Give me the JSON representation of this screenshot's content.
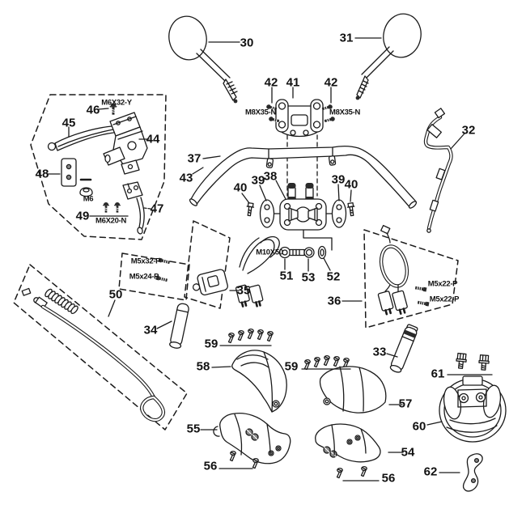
{
  "diagram_type": "exploded-parts-diagram-handlebar-assembly",
  "colors": {
    "line": "#1a1a1a",
    "background": "#ffffff"
  },
  "part_numbers": {
    "30": "30",
    "31": "31",
    "32": "32",
    "33": "33",
    "34": "34",
    "35": "35",
    "36": "36",
    "37": "37",
    "38": "38",
    "39": "39",
    "40": "40",
    "41": "41",
    "42": "42",
    "43": "43",
    "44": "44",
    "45": "45",
    "46": "46",
    "47": "47",
    "48": "48",
    "49": "49",
    "50": "50",
    "51": "51",
    "52": "52",
    "53": "53",
    "54": "54",
    "55": "55",
    "56": "56",
    "57": "57",
    "58": "58",
    "59": "59",
    "60": "60",
    "61": "61",
    "62": "62"
  },
  "fastener_labels": {
    "m6x32y": "M6X32-Y",
    "m8x35n": "M8X35-N",
    "m6": "M6",
    "m6x20n": "M6X20-N",
    "m10x50": "M10X50",
    "m5x32p": "M5x32-P",
    "m5x24p": "M5x24-P",
    "m5x22p": "M5x22-P"
  }
}
